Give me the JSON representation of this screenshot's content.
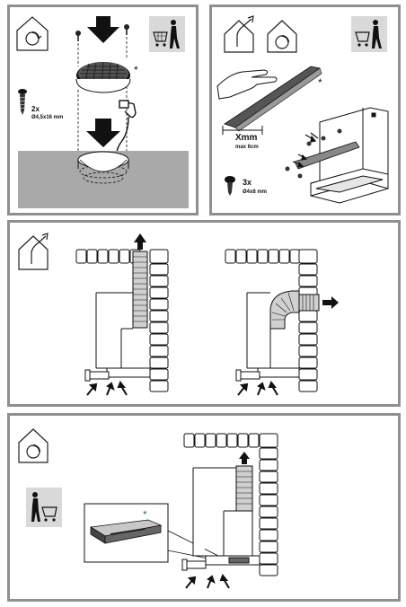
{
  "panel1": {
    "screw_count": "2x",
    "screw_size": "Ø4,5x16 mm",
    "asterisk": "*"
  },
  "panel2": {
    "asterisk": "*",
    "dimension_label": "Xmm",
    "dimension_note": "max 6cm",
    "screw_count": "3x",
    "screw_size": "Ø4x8 mm"
  },
  "panel4": {
    "asterisk": "*"
  },
  "icons": [
    "recirculation-house-icon",
    "shopping-cart-person-icon",
    "extraction-house-icon",
    "screw-icon",
    "arrow-down-icon",
    "arrow-up-icon",
    "arrow-right-icon",
    "hand-icon"
  ],
  "colors": {
    "panel_border": "#8f8f8f",
    "icon_background": "#d9d9d9",
    "worktop_gray": "#a9a9a9",
    "filter_green": "#2f7a3a"
  }
}
